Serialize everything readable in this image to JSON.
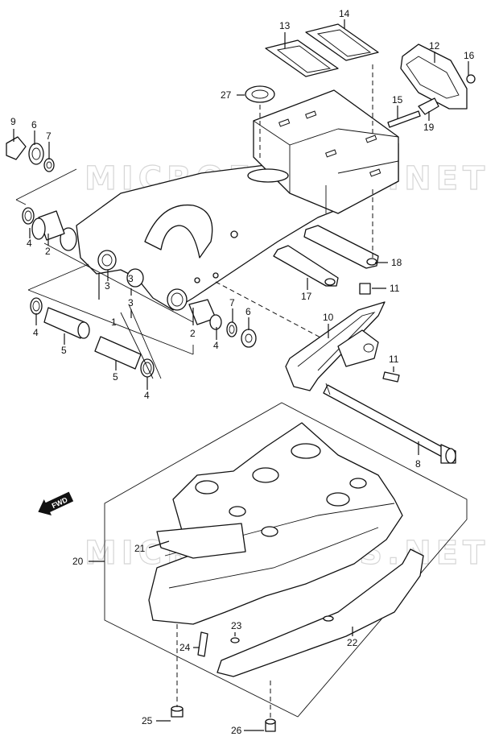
{
  "diagram": {
    "watermark_text": "MICROFICHES.NET",
    "fwd_label": "FWD",
    "part_labels": [
      {
        "id": "p1",
        "text": "1"
      },
      {
        "id": "p2a",
        "text": "2"
      },
      {
        "id": "p2b",
        "text": "2"
      },
      {
        "id": "p3a",
        "text": "3"
      },
      {
        "id": "p3b",
        "text": "3"
      },
      {
        "id": "p3c",
        "text": "3"
      },
      {
        "id": "p4a",
        "text": "4"
      },
      {
        "id": "p4b",
        "text": "4"
      },
      {
        "id": "p4c",
        "text": "4"
      },
      {
        "id": "p4d",
        "text": "4"
      },
      {
        "id": "p5a",
        "text": "5"
      },
      {
        "id": "p5b",
        "text": "5"
      },
      {
        "id": "p6a",
        "text": "6"
      },
      {
        "id": "p6b",
        "text": "6"
      },
      {
        "id": "p7a",
        "text": "7"
      },
      {
        "id": "p7b",
        "text": "7"
      },
      {
        "id": "p8",
        "text": "8"
      },
      {
        "id": "p9",
        "text": "9"
      },
      {
        "id": "p10",
        "text": "10"
      },
      {
        "id": "p11a",
        "text": "11"
      },
      {
        "id": "p11b",
        "text": "11"
      },
      {
        "id": "p12",
        "text": "12"
      },
      {
        "id": "p13",
        "text": "13"
      },
      {
        "id": "p14",
        "text": "14"
      },
      {
        "id": "p15",
        "text": "15"
      },
      {
        "id": "p16",
        "text": "16"
      },
      {
        "id": "p17",
        "text": "17"
      },
      {
        "id": "p18",
        "text": "18"
      },
      {
        "id": "p19",
        "text": "19"
      },
      {
        "id": "p20",
        "text": "20"
      },
      {
        "id": "p21",
        "text": "21"
      },
      {
        "id": "p22",
        "text": "22"
      },
      {
        "id": "p23",
        "text": "23"
      },
      {
        "id": "p24",
        "text": "24"
      },
      {
        "id": "p25",
        "text": "25"
      },
      {
        "id": "p26",
        "text": "26"
      },
      {
        "id": "p27",
        "text": "27"
      }
    ]
  }
}
